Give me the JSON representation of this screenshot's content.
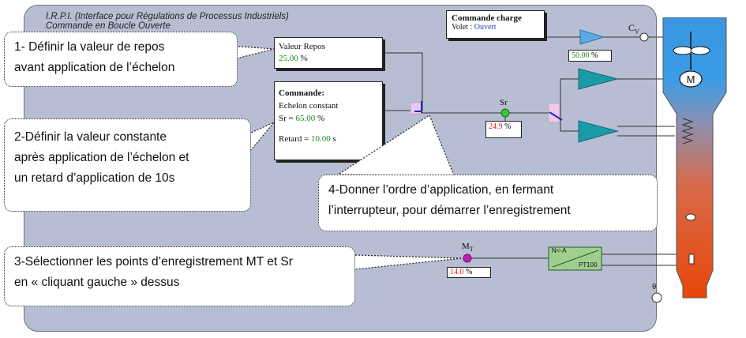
{
  "app": {
    "title_line1": "I.R.P.I. (Interface pour Régulations de Processus Industriels)",
    "title_line2": "Commande en Boucle Ouverte"
  },
  "commande_charge": {
    "title": "Commande charge",
    "volet_label": "Volet :",
    "volet_value": "Ouvert"
  },
  "valeur_repos": {
    "label": "Valeur Repos",
    "value": "25.00",
    "unit": "%"
  },
  "commande": {
    "title": "Commande:",
    "mode": "Echelon constant",
    "sr_label": "Sr =",
    "sr_value": "65.00",
    "sr_unit": "%",
    "retard_label": "Retard =",
    "retard_value": "10.00",
    "retard_unit": "s"
  },
  "sr_point": {
    "label": "Sr",
    "value": "24.9",
    "unit": "%"
  },
  "mt_point": {
    "label": "MT",
    "label_main": "M",
    "label_sub": "T",
    "value": "14.0",
    "unit": "%"
  },
  "amp_top": {
    "value": "50.00",
    "unit": "%"
  },
  "cv": {
    "label_main": "C",
    "label_sub": "V"
  },
  "converter": {
    "top": "N<-A",
    "bottom": "PT100"
  },
  "motor": {
    "label": "M"
  },
  "theta": {
    "label": "θ"
  },
  "callouts": {
    "c1_line1": "1- Définir la valeur de repos",
    "c1_line2": "avant application de l’échelon",
    "c2_line1": "2-Définir la valeur constante",
    "c2_line2": "après application de l’échelon et",
    "c2_line3": "un retard d’application de 10s",
    "c3_line1": "3-Sélectionner les points d’enregistrement MT et Sr",
    "c3_line2": "en « cliquant gauche » dessus",
    "c4_line1": "4-Donner l’ordre d’application, en fermant",
    "c4_line2": "l’interrupteur, pour démarrer l’enregistrement"
  },
  "colors": {
    "panel": "#b7bdd2",
    "amplifier": "#1b9aa7",
    "cv_triangle": "#5aa8e6",
    "converter": "#9fcf8f",
    "sr_point": "#36c836",
    "mt_point": "#c41fb3",
    "value_green": "#1d8a1d",
    "value_red": "#dd2222"
  }
}
